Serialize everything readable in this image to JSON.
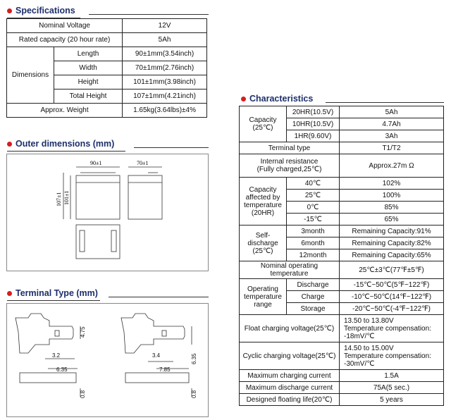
{
  "specifications": {
    "title": "Specifications",
    "rows": [
      {
        "label": "Nominal Voltage",
        "value": "12V"
      },
      {
        "label": "Rated capacity (20 hour rate)",
        "value": "5Ah"
      }
    ],
    "dimensions_label": "Dimensions",
    "dimensions": [
      {
        "label": "Length",
        "value": "90±1mm(3.54inch)"
      },
      {
        "label": "Width",
        "value": "70±1mm(2.76inch)"
      },
      {
        "label": "Height",
        "value": "101±1mm(3.98inch)"
      },
      {
        "label": "Total Height",
        "value": "107±1mm(4.21inch)"
      }
    ],
    "weight_label": "Approx. Weight",
    "weight_value": "1.65kg(3.64lbs)±4%"
  },
  "outer_dimensions": {
    "title": "Outer dimensions  (mm)",
    "front_width": "90±1",
    "side_width": "70±1",
    "total_height": "107±1",
    "height": "101±1"
  },
  "terminal_type": {
    "title": "Terminal Type (mm)",
    "t1": {
      "d1": "4.75",
      "d2": "3.2",
      "d3": "6.35",
      "d4": "0.8"
    },
    "t2": {
      "d1": "6.35",
      "d2": "3.4",
      "d3": "7.85",
      "d4": "0.8"
    }
  },
  "characteristics": {
    "title": "Characteristics",
    "capacity_label": "Capacity\n(25℃)",
    "capacity": [
      {
        "rate": "20HR(10.5V)",
        "value": "5Ah"
      },
      {
        "rate": "10HR(10.5V)",
        "value": "4.7Ah"
      },
      {
        "rate": "1HR(9.60V)",
        "value": "3Ah"
      }
    ],
    "terminal_label": "Terminal type",
    "terminal_value": "T1/T2",
    "resistance_label": "Internal resistance\n(Fully charged,25℃)",
    "resistance_value": "Approx.27m Ω",
    "temp_label": "Capacity\naffected by\ntemperature\n(20HR)",
    "temp_rows": [
      {
        "t": "40℃",
        "v": "102%"
      },
      {
        "t": "25℃",
        "v": "100%"
      },
      {
        "t": "0℃",
        "v": "85%"
      },
      {
        "t": "-15℃",
        "v": "65%"
      }
    ],
    "self_label": "Self-discharge\n(25℃)",
    "self_rows": [
      {
        "p": "3month",
        "v": "Remaining Capacity:91%"
      },
      {
        "p": "6month",
        "v": "Remaining Capacity:82%"
      },
      {
        "p": "12month",
        "v": "Remaining Capacity:65%"
      }
    ],
    "nominal_label": "Nominal operating\ntemperature",
    "nominal_value": "25℃±3℃(77℉±5℉)",
    "op_label": "Operating\ntemperature\nrange",
    "op_rows": [
      {
        "k": "Discharge",
        "v": "-15℃~50℃(5℉~122℉)"
      },
      {
        "k": "Charge",
        "v": "-10℃~50℃(14℉~122℉)"
      },
      {
        "k": "Storage",
        "v": "-20℃~50℃(-4℉~122℉)"
      }
    ],
    "float_label": "Float charging voltage(25℃)",
    "float_value": "13.50 to 13.80V\nTemperature compensation:\n-18mV/℃",
    "cyclic_label": "Cyclic charging voltage(25℃)",
    "cyclic_value": "14.50 to 15.00V\nTemperature compensation:\n-30mV/℃",
    "max_charge_label": "Maximum charging current",
    "max_charge_value": "1.5A",
    "max_discharge_label": "Maximum discharge current",
    "max_discharge_value": "75A(5 sec.)",
    "life_label": "Designed floating life(20℃)",
    "life_value": "5 years"
  }
}
